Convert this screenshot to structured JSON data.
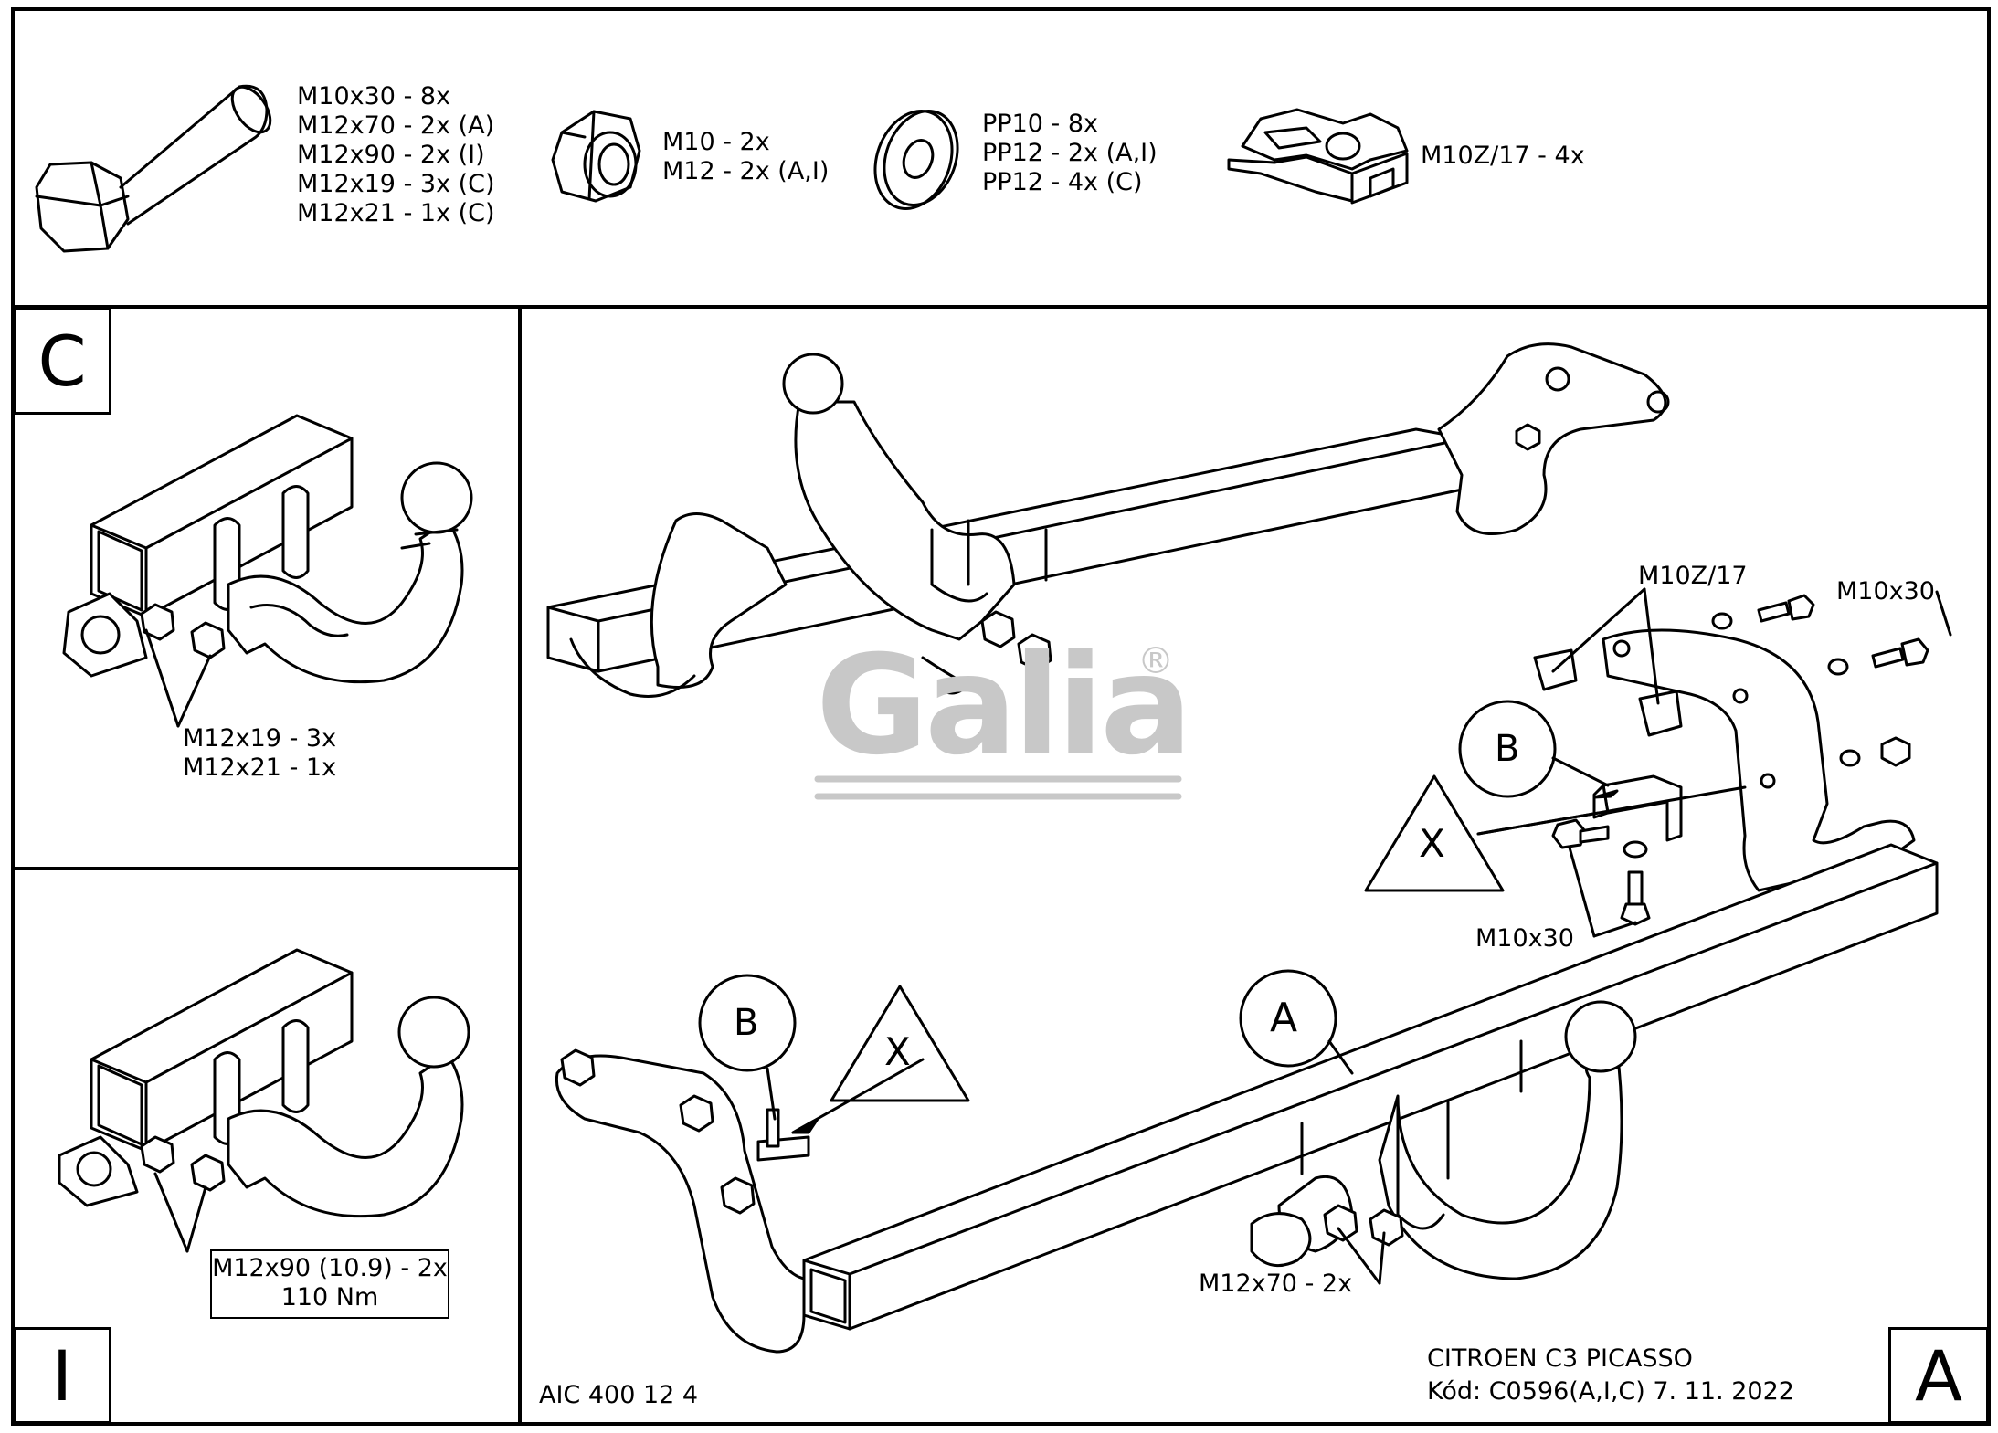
{
  "parts": {
    "bolts": [
      "M10x30 - 8x",
      "M12x70 - 2x (A)",
      "M12x90 - 2x (I)",
      "M12x19 - 3x (C)",
      "M12x21 - 1x (C)"
    ],
    "nuts": [
      "M10 - 2x",
      "M12 - 2x (A,I)"
    ],
    "washers": [
      "PP10 - 8x",
      "PP12 - 2x (A,I)",
      "PP12 - 4x (C)"
    ],
    "clip_nuts": [
      "M10Z/17 - 4x"
    ]
  },
  "panel_c": {
    "label": "C",
    "bolt_labels": [
      "M12x19 - 3x",
      "M12x21 - 1x"
    ]
  },
  "panel_i": {
    "label": "I",
    "bolt_box": [
      "M12x90 (10.9) - 2x",
      "110 Nm"
    ]
  },
  "panel_a": {
    "label": "A",
    "callouts": {
      "a": "A",
      "b_left": "B",
      "b_right": "B",
      "x_left": "X",
      "x_right": "X",
      "clip": "M10Z/17",
      "bolt_top": "M10x30",
      "bolt_bottom": "M10x30",
      "ball_bolts": "M12x70 - 2x"
    },
    "brand": "Galia",
    "brand_mark": "®",
    "product_code": "AIC 400 12 4",
    "vehicle": "CITROEN C3 PICASSO",
    "code_line": "Kód: C0596(A,I,C)  7. 11. 2022"
  }
}
